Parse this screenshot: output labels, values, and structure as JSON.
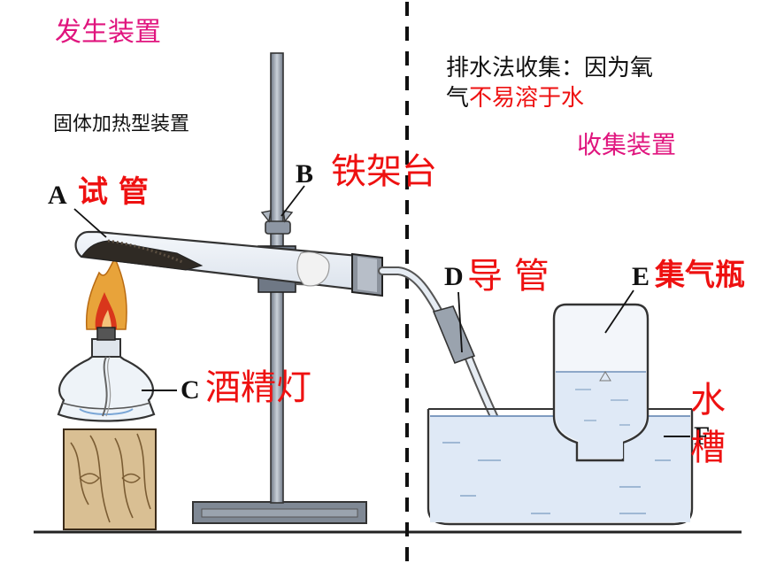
{
  "labels": {
    "generator_title": "发生装置",
    "heating_type": "固体加热型装置",
    "collection_method_line1": "排水法收集：因为氧",
    "collection_method_line2_a": "气",
    "collection_method_line2_b": "不易溶于水",
    "collector_title": "收集装置",
    "letter_a": "A",
    "name_a": "试 管",
    "letter_b": "B",
    "name_b": "铁架台",
    "letter_c": "C",
    "name_c": "酒精灯",
    "letter_d": "D",
    "name_d": "导 管",
    "letter_e": "E",
    "name_e": "集气瓶",
    "letter_f": "F",
    "name_f_1": "水",
    "name_f_2": "槽"
  },
  "colors": {
    "label_red": "#ee1111",
    "title_pink": "#e0157e",
    "water": "#dfe9f6",
    "wood": "#d9bf93",
    "flame_outer": "#e8a33a",
    "flame_inner": "#d9361b",
    "stand_metal": "#8d96a3"
  }
}
